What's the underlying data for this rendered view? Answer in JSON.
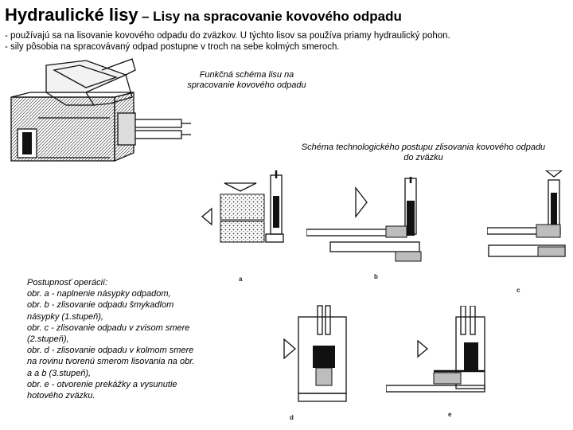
{
  "title": {
    "main": "Hydraulické lisy",
    "sub": "– Lisy na spracovanie kovového odpadu"
  },
  "bullets": [
    "- používajú sa na lisovanie kovového odpadu do zväzkov. U týchto lisov sa používa priamy hydraulický pohon.",
    "- sily pôsobia na spracovávaný odpad postupne v troch na sebe kolmých smeroch."
  ],
  "captions": {
    "press_scheme": "Funkčná schéma lisu na spracovanie kovového odpadu",
    "tech_scheme": "Schéma technologického postupu zlisovania kovového odpadu do zväzku"
  },
  "operations": {
    "heading": "Postupnosť operácií:",
    "items": [
      "obr. a - naplnenie násypky odpadom,",
      "obr. b - zlisovanie odpadu šmykadlom násypky (1.stupeň),",
      "obr. c - zlisovanie odpadu v zvisom smere (2.stupeň),",
      "obr. d - zlisovanie odpadu v kolmom smere na rovinu tvorenú smerom lisovania na obr. a a b (3.stupeň),",
      "obr. e - otvorenie prekážky a vysunutie hotového zväzku."
    ]
  },
  "figure_labels": [
    "a",
    "b",
    "c",
    "d",
    "e"
  ],
  "icons": {
    "press_drawing": "hydraulic-press-illustration",
    "arrow": "direction-arrow-icon"
  }
}
